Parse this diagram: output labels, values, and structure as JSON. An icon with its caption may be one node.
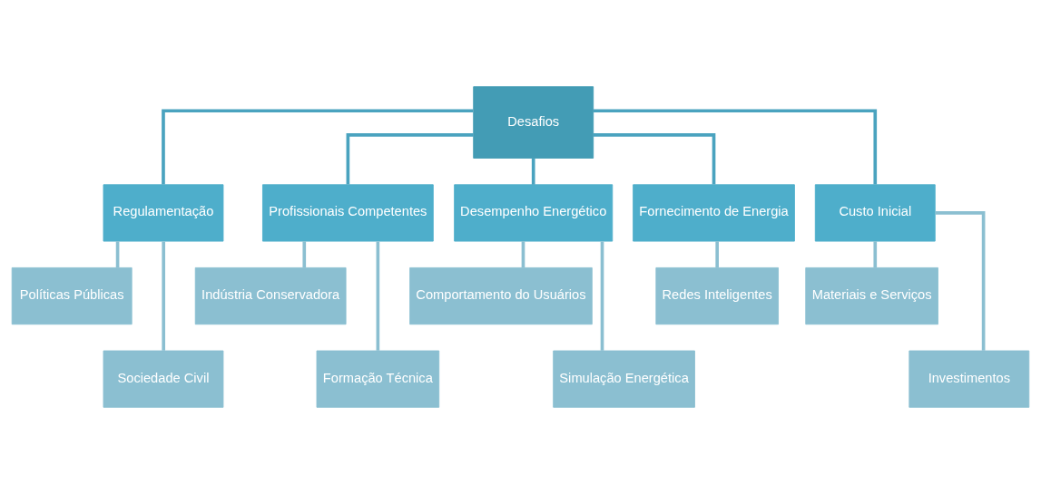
{
  "diagram": {
    "nodes": [
      {
        "text": [
          "Desafios"
        ]
      },
      {
        "text": [
          "Regulamentação"
        ]
      },
      {
        "text": [
          "Profissionais Competentes"
        ]
      },
      {
        "text": [
          "Desempenho Energético"
        ]
      },
      {
        "text": [
          "Fornecimento de Energia"
        ]
      },
      {
        "text": [
          "Custo Inicial"
        ]
      },
      {
        "text": [
          "Políticas Públicas"
        ]
      },
      {
        "text": [
          "Indústria Conservadora"
        ]
      },
      {
        "text": [
          "Comportamento do Usuários"
        ]
      },
      {
        "text": [
          "Redes Inteligentes"
        ]
      },
      {
        "text": [
          "Materiais e Serviços"
        ]
      },
      {
        "text": [
          "Sociedade Civil"
        ]
      },
      {
        "text": [
          "Formação Técnica"
        ]
      },
      {
        "text": [
          "Simulação Energética"
        ]
      },
      {
        "text": [
          "Investimentos"
        ]
      }
    ],
    "edges": [
      {
        "from": 0,
        "to": 1,
        "arrow": "none",
        "color": "#4aa3bf"
      },
      {
        "from": 0,
        "to": 2,
        "arrow": "none",
        "color": "#4aa3bf"
      },
      {
        "from": 0,
        "to": 3,
        "arrow": "none",
        "color": "#4aa3bf"
      },
      {
        "from": 0,
        "to": 4,
        "arrow": "none",
        "color": "#4aa3bf"
      },
      {
        "from": 0,
        "to": 5,
        "arrow": "none",
        "color": "#4aa3bf"
      },
      {
        "from": 1,
        "to": 6,
        "arrow": "none"
      },
      {
        "from": 1,
        "to": 11,
        "arrow": "none"
      },
      {
        "from": 2,
        "to": 7,
        "arrow": "none"
      },
      {
        "from": 2,
        "to": 12,
        "arrow": "none"
      },
      {
        "from": 3,
        "to": 8,
        "arrow": "none"
      },
      {
        "from": 3,
        "to": 13,
        "arrow": "none"
      },
      {
        "from": 4,
        "to": 9,
        "arrow": "none"
      },
      {
        "from": 5,
        "to": 10,
        "arrow": "none"
      },
      {
        "from": 5,
        "to": 14,
        "arrow": "none"
      }
    ]
  }
}
